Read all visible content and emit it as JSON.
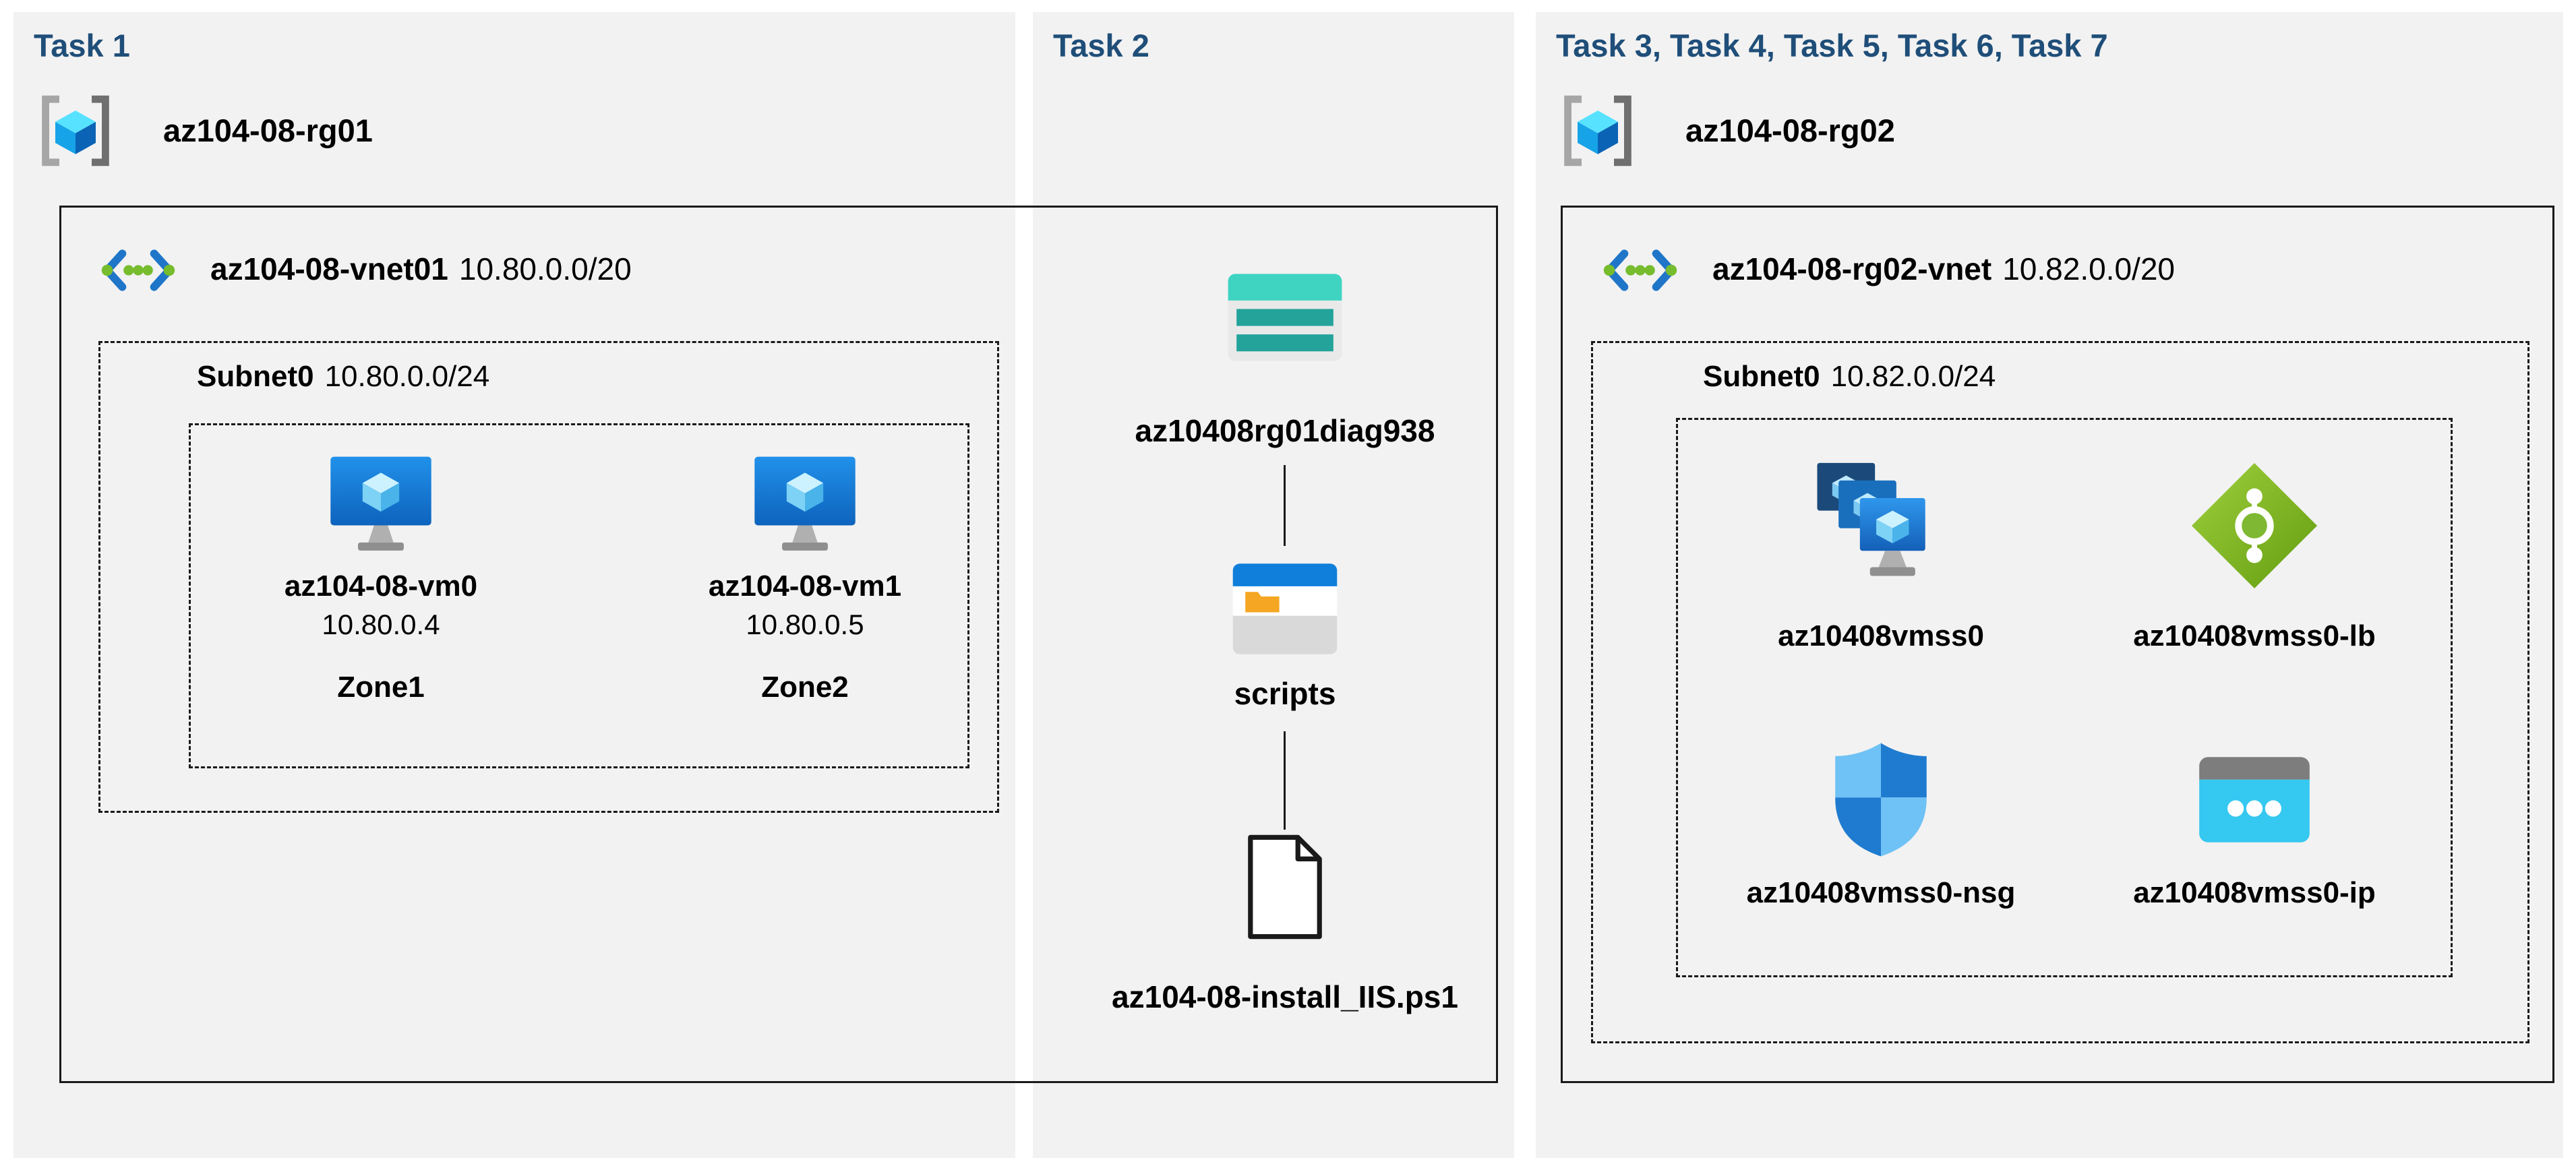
{
  "colors": {
    "panel_bg": "#f2f2f2",
    "title_blue": "#1f4e79",
    "line": "#1a1a1a"
  },
  "panels": {
    "task1": {
      "title": "Task 1",
      "resource_group": "az104-08-rg01",
      "vnet": {
        "name": "az104-08-vnet01",
        "cidr": "10.80.0.0/20",
        "icon": "virtual-network-icon"
      },
      "subnet": {
        "name": "Subnet0",
        "cidr": "10.80.0.0/24"
      },
      "vms": [
        {
          "name": "az104-08-vm0",
          "ip": "10.80.0.4",
          "zone": "Zone1",
          "icon": "virtual-machine-icon"
        },
        {
          "name": "az104-08-vm1",
          "ip": "10.80.0.5",
          "zone": "Zone2",
          "icon": "virtual-machine-icon"
        }
      ]
    },
    "task2": {
      "title": "Task 2",
      "storage_account": {
        "name": "az10408rg01diag938",
        "icon": "storage-account-icon"
      },
      "container": {
        "name": "scripts",
        "icon": "blob-container-icon"
      },
      "script_file": {
        "name": "az104-08-install_IIS.ps1",
        "icon": "file-icon"
      }
    },
    "task3_7": {
      "title": "Task 3, Task 4, Task 5, Task 6, Task 7",
      "resource_group": "az104-08-rg02",
      "vnet": {
        "name": "az104-08-rg02-vnet",
        "cidr": "10.82.0.0/20",
        "icon": "virtual-network-icon"
      },
      "subnet": {
        "name": "Subnet0",
        "cidr": "10.82.0.0/24"
      },
      "resources": [
        {
          "name": "az10408vmss0",
          "icon": "vm-scale-set-icon"
        },
        {
          "name": "az10408vmss0-lb",
          "icon": "load-balancer-icon"
        },
        {
          "name": "az10408vmss0-nsg",
          "icon": "network-security-group-icon"
        },
        {
          "name": "az10408vmss0-ip",
          "icon": "public-ip-icon"
        }
      ]
    }
  }
}
